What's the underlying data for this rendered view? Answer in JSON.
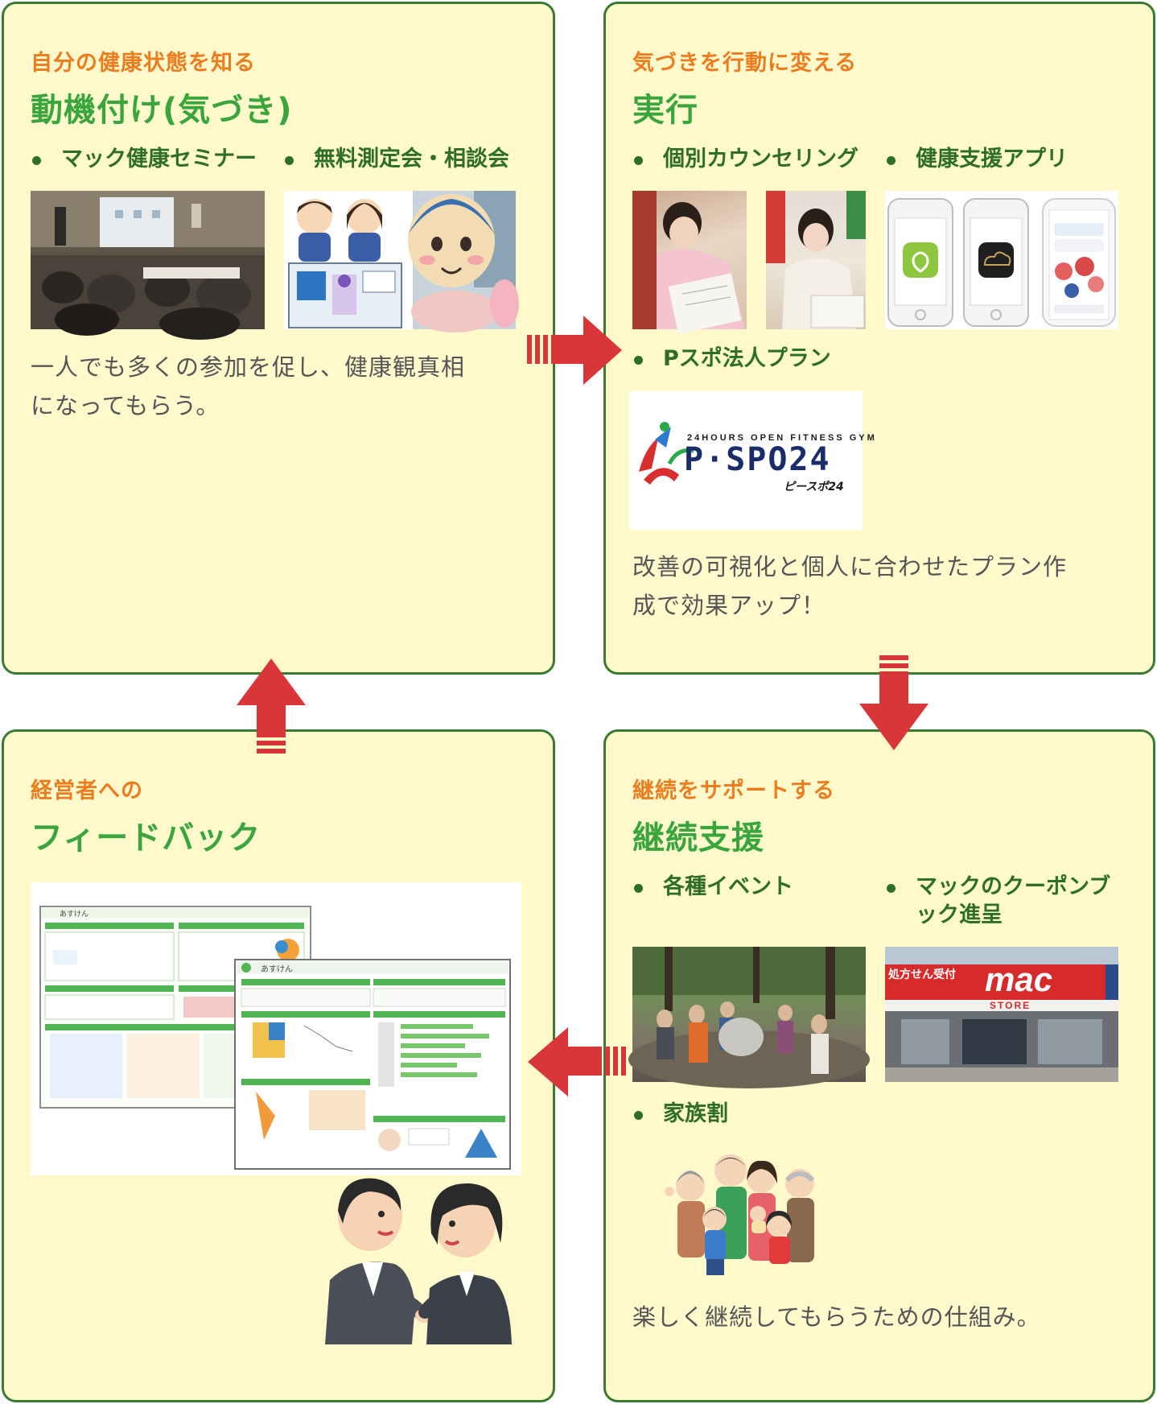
{
  "stages": {
    "motivation": {
      "subtitle": "自分の健康状態を知る",
      "title": "動機付け(気づき)",
      "items": [
        "マック健康セミナー",
        "無料測定会・相談会"
      ],
      "description_line1": "一人でも多くの参加を促し、健康観真相",
      "description_line2": "になってもらう。"
    },
    "execution": {
      "subtitle": "気づきを行動に変える",
      "title": "実行",
      "items": [
        "個別カウンセリング",
        "健康支援アプリ",
        "Pスポ法人プラン"
      ],
      "logo_tagline": "24HOURS OPEN FITNESS GYM",
      "logo_name": "P·SPO24",
      "logo_kana": "ピースポ24",
      "description_line1": "改善の可視化と個人に合わせたプラン作",
      "description_line2": "成で効果アップ！"
    },
    "support": {
      "subtitle": "継続をサポートする",
      "title": "継続支援",
      "items": [
        "各種イベント",
        "マックのクーポンブ",
        "ック進呈",
        "家族割"
      ],
      "store_sign_left": "処方せん受付",
      "store_sign_brand": "mac",
      "store_sign_store": "STORE",
      "description_line1": "楽しく継続してもらうための仕組み。"
    },
    "feedback": {
      "subtitle": "経営者への",
      "title": "フィードバック",
      "report_label_a": "あすけん",
      "report_label_b": "あすけん"
    }
  },
  "colors": {
    "card_bg": "#fff9cc",
    "card_border": "#3a7a32",
    "subtitle": "#ec7d1e",
    "title": "#3aa53c",
    "bullet": "#2f6e2a",
    "arrow": "#d9363a"
  }
}
